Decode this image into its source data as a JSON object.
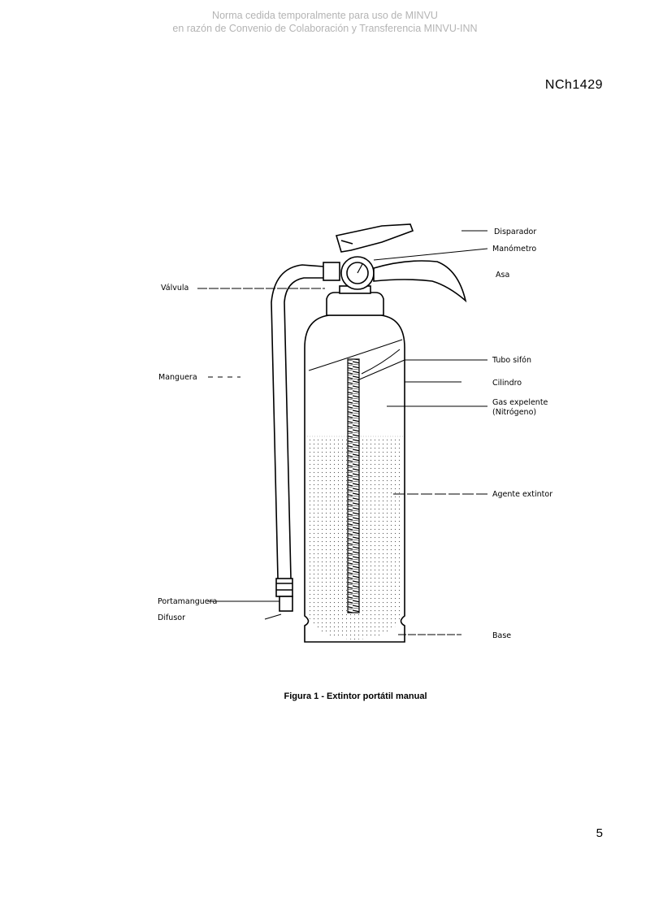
{
  "watermark": {
    "line1": "Norma cedida temporalmente para uso de MINVU",
    "line2": "en razón de Convenio de Colaboración y Transferencia MINVU-INN"
  },
  "header": {
    "doc_code": "NCh1429"
  },
  "figure": {
    "labels": {
      "disparador": "Disparador",
      "manometro": "Manómetro",
      "asa": "Asa",
      "valvula": "Válvula",
      "tubo_sifon": "Tubo sifón",
      "manguera": "Manguera",
      "cilindro": "Cilindro",
      "gas_expelente_1": "Gas expelente",
      "gas_expelente_2": "(Nitrógeno)",
      "agente_extintor": "Agente extintor",
      "portamanguera": "Portamanguera",
      "difusor": "Difusor",
      "base": "Base"
    },
    "caption": "Figura 1 - Extintor portátil manual"
  },
  "footer": {
    "page_number": "5"
  }
}
